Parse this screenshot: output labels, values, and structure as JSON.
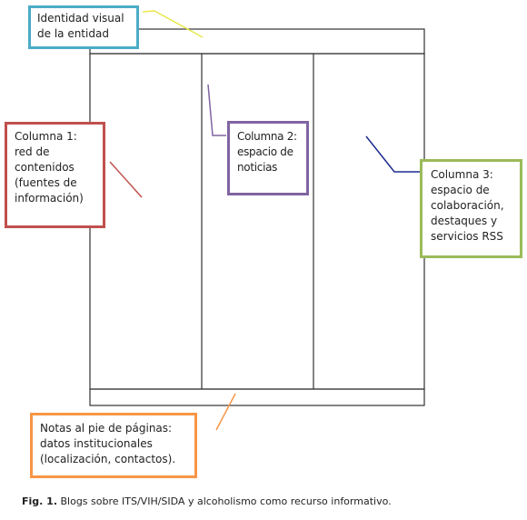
{
  "labels": {
    "identity": [
      "Identidad  visual",
      "de la entidad"
    ],
    "column1": [
      "Columna  1:",
      "red de",
      "contenidos",
      "(fuentes de",
      "información)"
    ],
    "column2": [
      "Columna 2:",
      "espacio de",
      "noticias"
    ],
    "column3": [
      "Columna  3:",
      "espacio de",
      "colaboración,",
      "destaques  y",
      "servicios RSS"
    ],
    "footer": [
      "Notas al pie de páginas:",
      "datos institucionales",
      "(localización,  contactos)."
    ]
  },
  "caption": {
    "figure_label": "Fig.  1.",
    "text": " Blogs sobre ITS/VIH/SIDA  y alcoholismo  como recurso informativo."
  },
  "colors": {
    "identity": "#4bacc6",
    "column1": "#c0504d",
    "column2": "#8064a2",
    "column3": "#9bbb59",
    "footer": "#f79646",
    "identity_connector": "#e8e84a",
    "column3_connector": "#1f2c8f",
    "layout_lines": "#333333"
  }
}
